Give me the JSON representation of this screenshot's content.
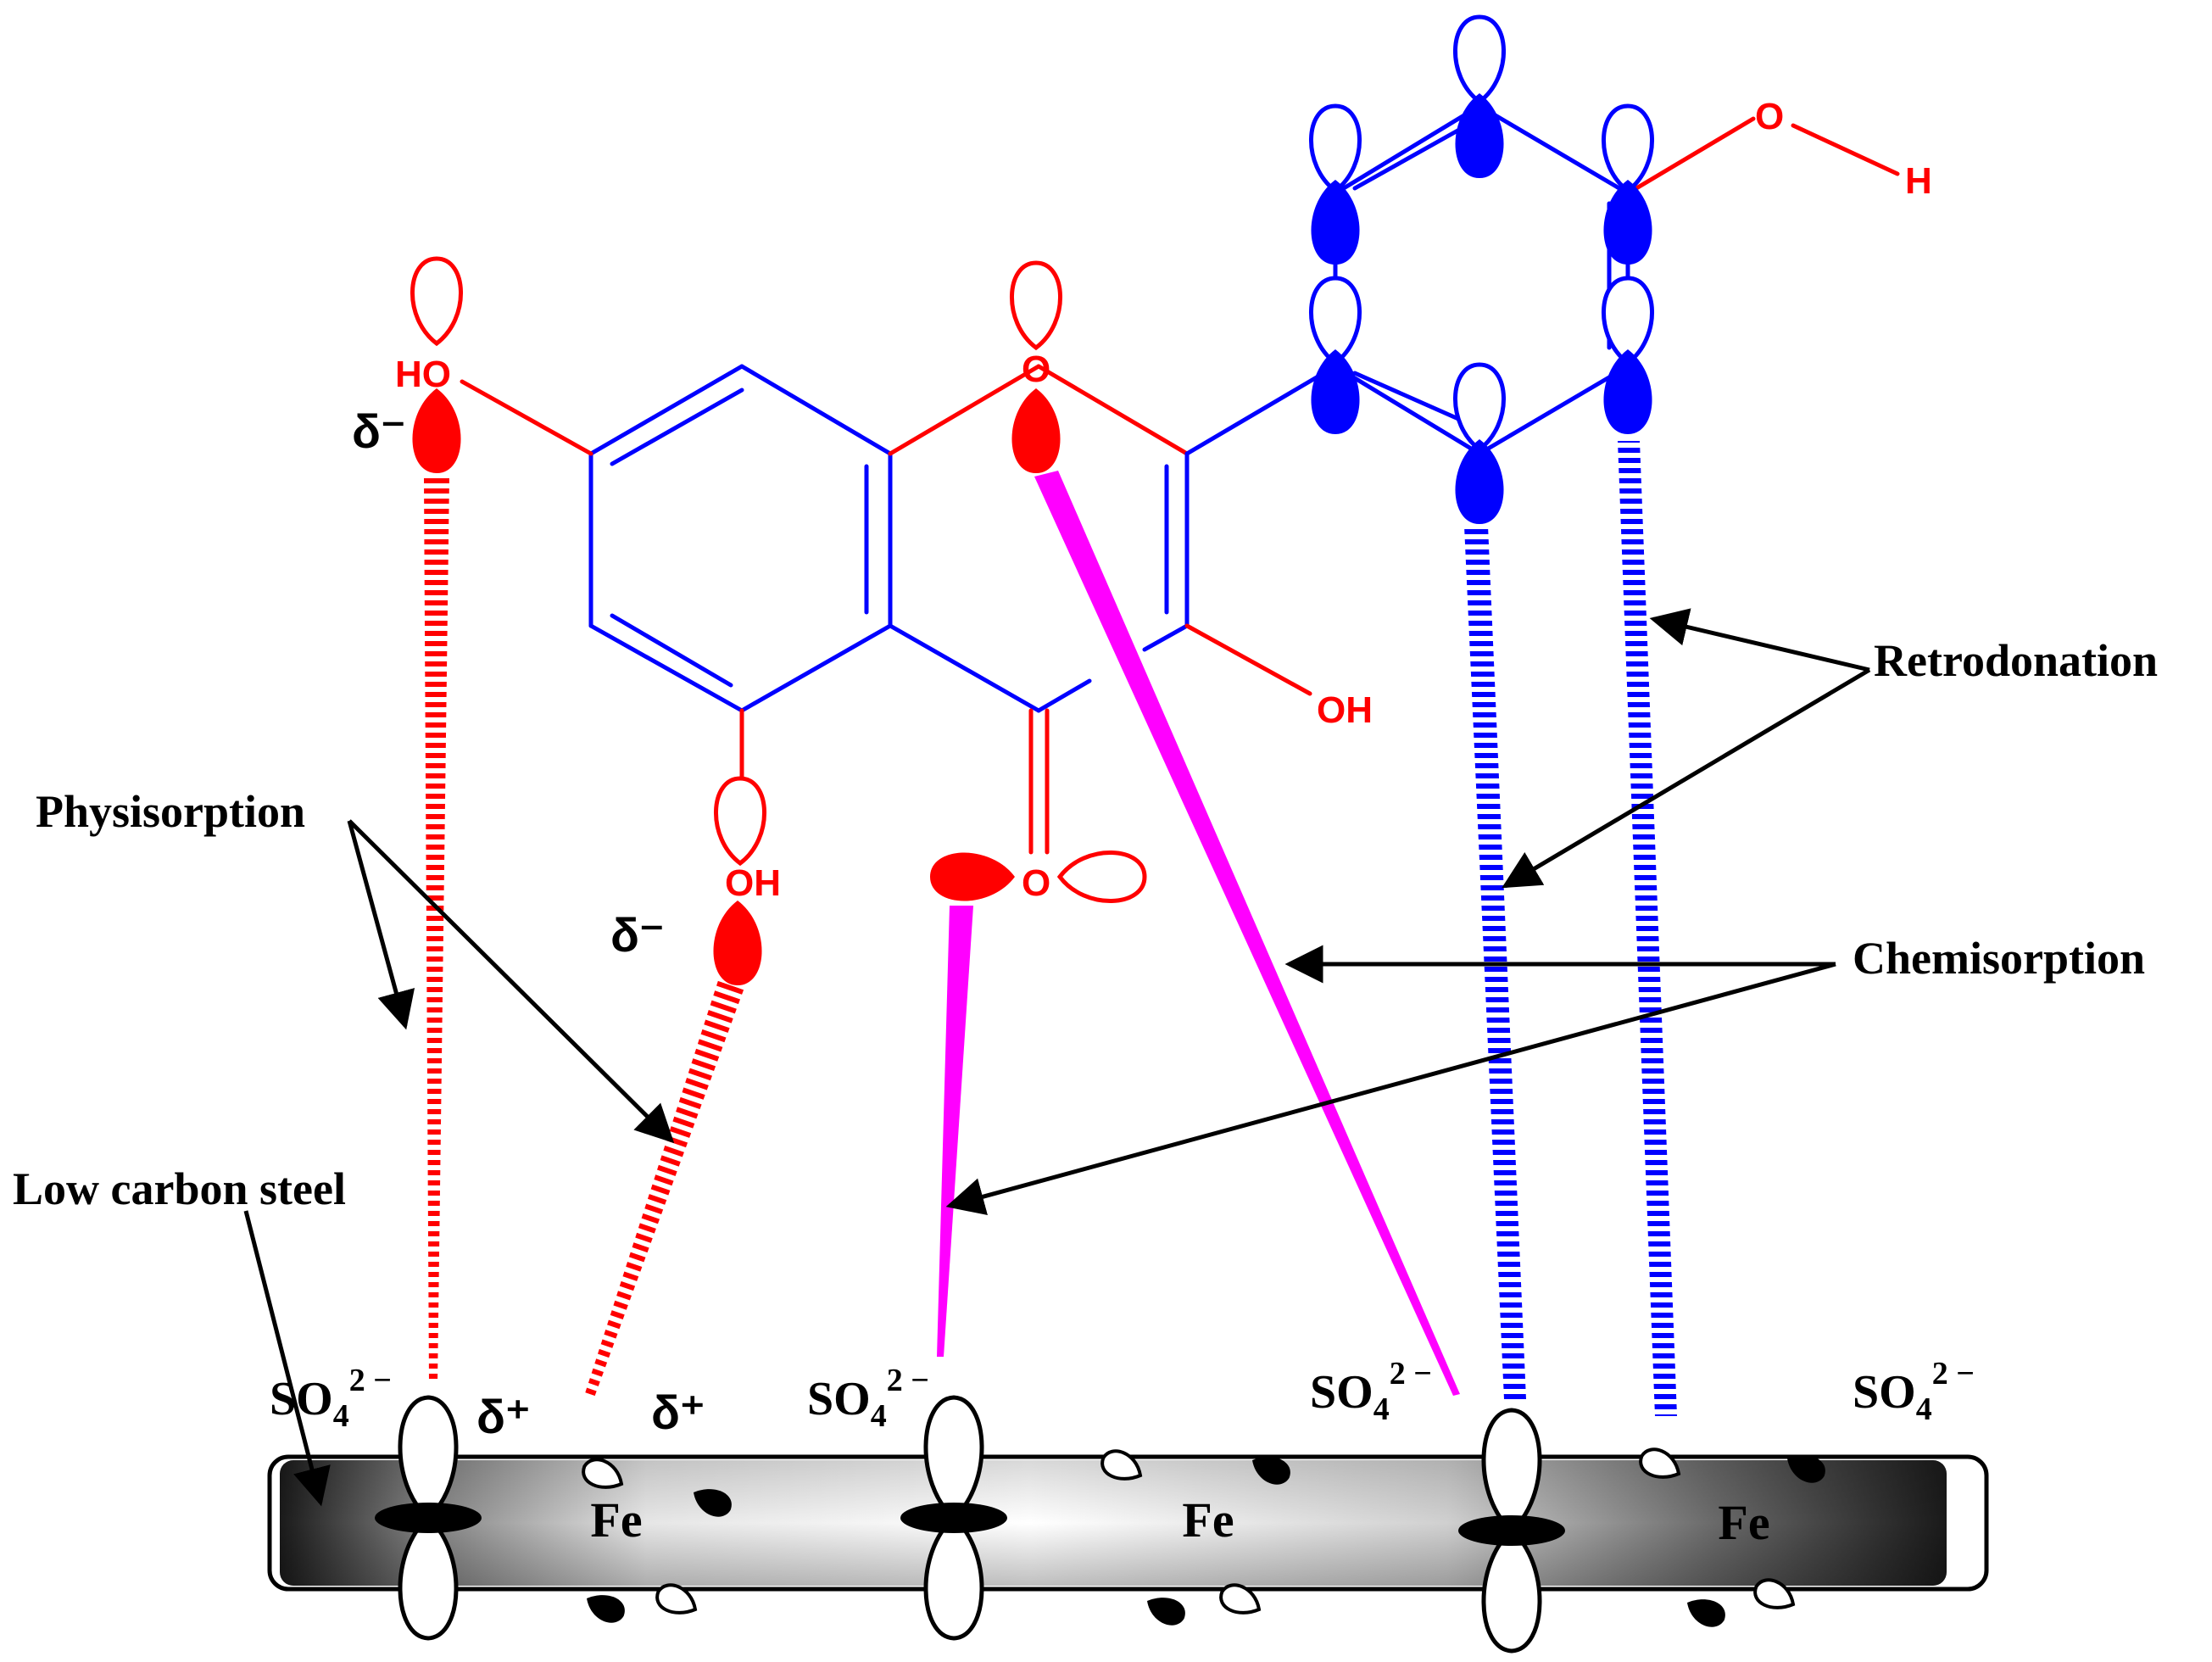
{
  "labels": {
    "physisorption": "Physisorption",
    "chemisorption": "Chemisorption",
    "retrodonation": "Retrodonation",
    "low_carbon_steel": "Low carbon steel",
    "fe": "Fe"
  },
  "atoms": {
    "ho": "HO",
    "oh": "OH",
    "o": "O",
    "h": "H"
  },
  "charges": {
    "delta_minus": "δ⁻",
    "delta_plus": "δ⁺"
  },
  "anion": {
    "base": "SO",
    "sub": "4",
    "sup": "2 −"
  },
  "colors": {
    "ring": "#0000ff",
    "hetero": "#ff0000",
    "chemisorption_bond": "#ff00ff",
    "physisorption_bond": "#ff0000",
    "retrodonation_bond": "#0000ff",
    "text": "#000000"
  }
}
